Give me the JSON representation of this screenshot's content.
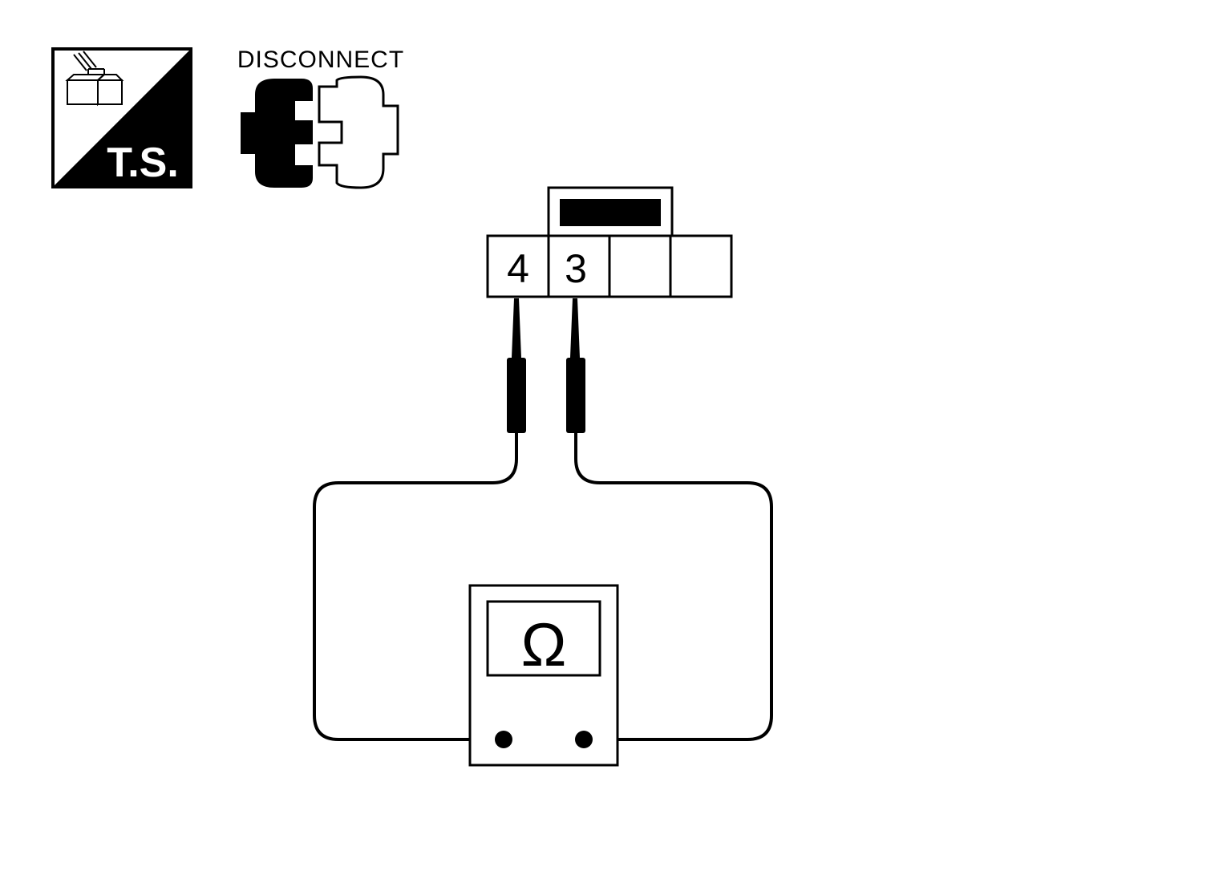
{
  "icons": {
    "ts_badge": {
      "icon": "ts-connector-icon",
      "label": "T.S."
    },
    "disconnect": {
      "icon": "disconnect-connector-icon",
      "label": "DISCONNECT"
    }
  },
  "connector": {
    "terminals": [
      {
        "label": "4"
      },
      {
        "label": "3"
      },
      {
        "label": ""
      },
      {
        "label": ""
      }
    ]
  },
  "meter": {
    "icon": "ohmmeter-icon",
    "symbol": "Ω"
  },
  "colors": {
    "ink": "#000000",
    "paper": "#ffffff"
  }
}
